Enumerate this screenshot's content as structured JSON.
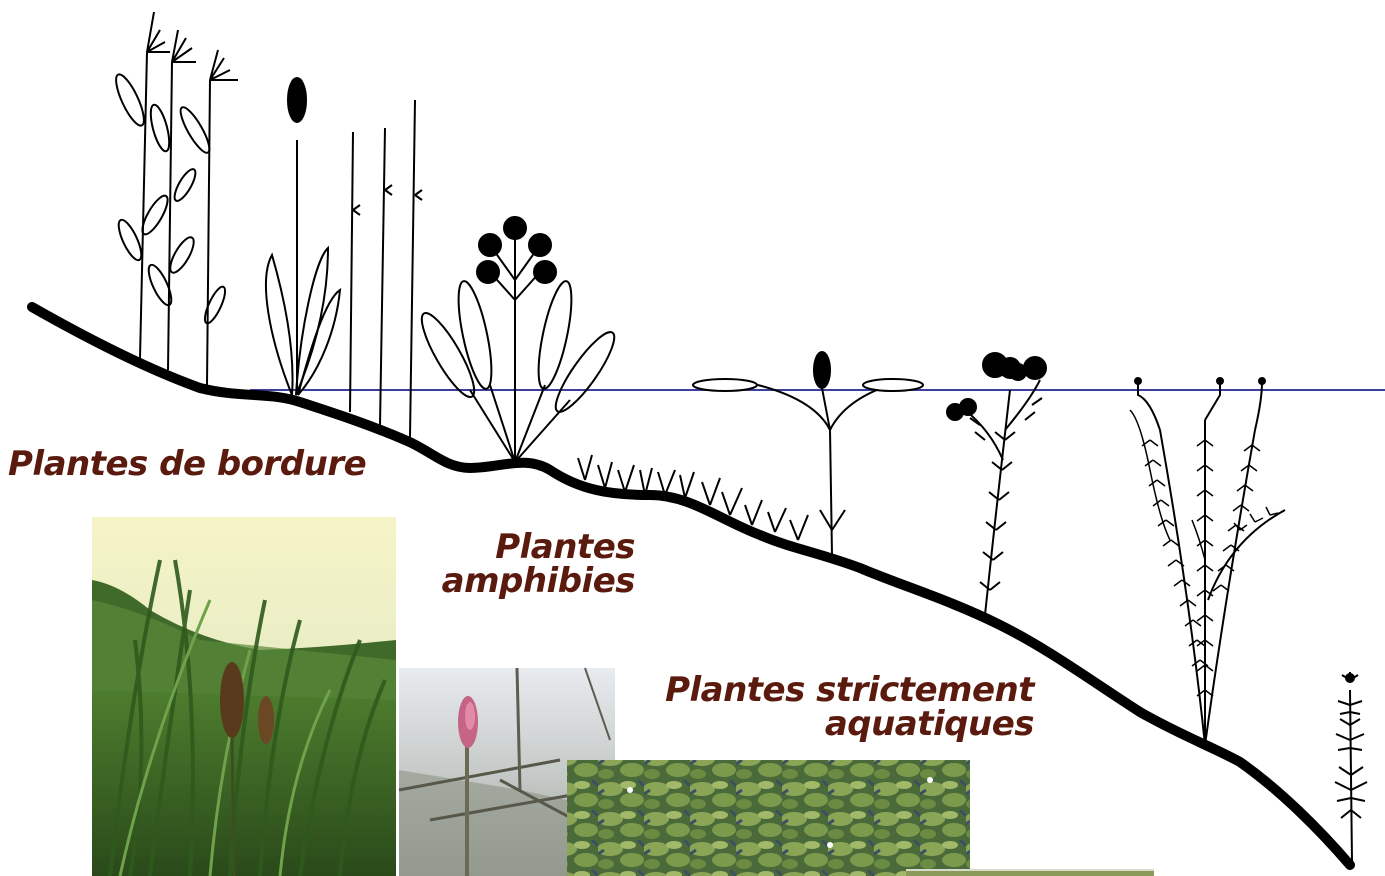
{
  "labels": {
    "bordure": "Plantes de bordure",
    "amphibies_line1": "Plantes",
    "amphibies_line2": "amphibies",
    "aquatiques_line1": "Plantes strictement",
    "aquatiques_line2": "aquatiques"
  },
  "colors": {
    "label": "#5a1a0e",
    "water_line": "#3b3f9e",
    "ground": "#000000"
  }
}
